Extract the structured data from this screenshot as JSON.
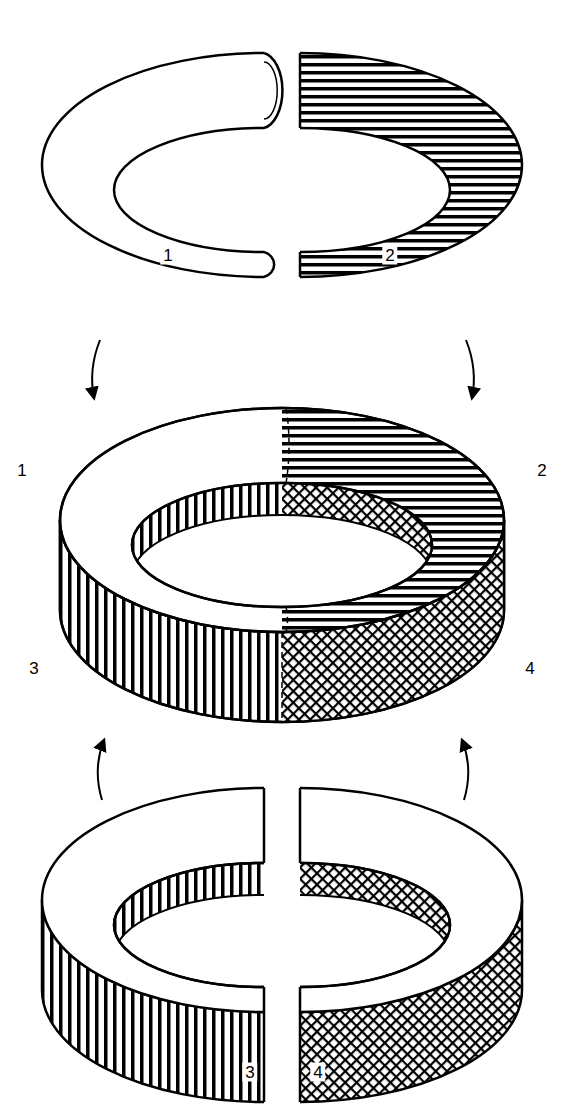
{
  "diagram": {
    "labels": [
      "1",
      "2",
      "1",
      "2",
      "3",
      "4",
      "3",
      "4"
    ]
  }
}
